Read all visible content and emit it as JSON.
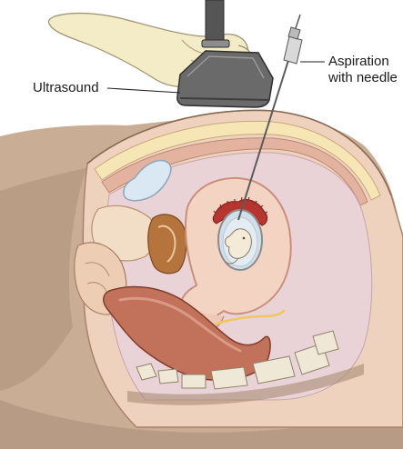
{
  "labels": {
    "ultrasound": "Ultrasound",
    "aspiration_line1": "Aspiration",
    "aspiration_line2": "with needle"
  },
  "colors": {
    "skin": "#c9ad95",
    "skin_shadow": "#a98c74",
    "abdominal_wall": "#efd2bd",
    "fat_layer": "#f6e6b6",
    "muscle_layer": "#e3b39f",
    "peritoneal_cavity": "#ead3d7",
    "uterus": "#f3d4c3",
    "uterine_outline": "#c98f7a",
    "bladder_fill": "#d9e8f3",
    "vagina_fill": "#b5743c",
    "rectum": "#c2715a",
    "bone": "#efe8d6",
    "gestational_sac": "#cfe0ea",
    "placenta": "#b6362f",
    "glove": "#f3ecc6",
    "probe": "#6a6a6a",
    "needle": "#5b5b5b",
    "leader_line": "#222222"
  },
  "icons": {
    "gloved_hand": "gloved-hand-icon",
    "ultrasound_probe": "ultrasound-probe-icon",
    "aspiration_needle": "needle-icon"
  }
}
